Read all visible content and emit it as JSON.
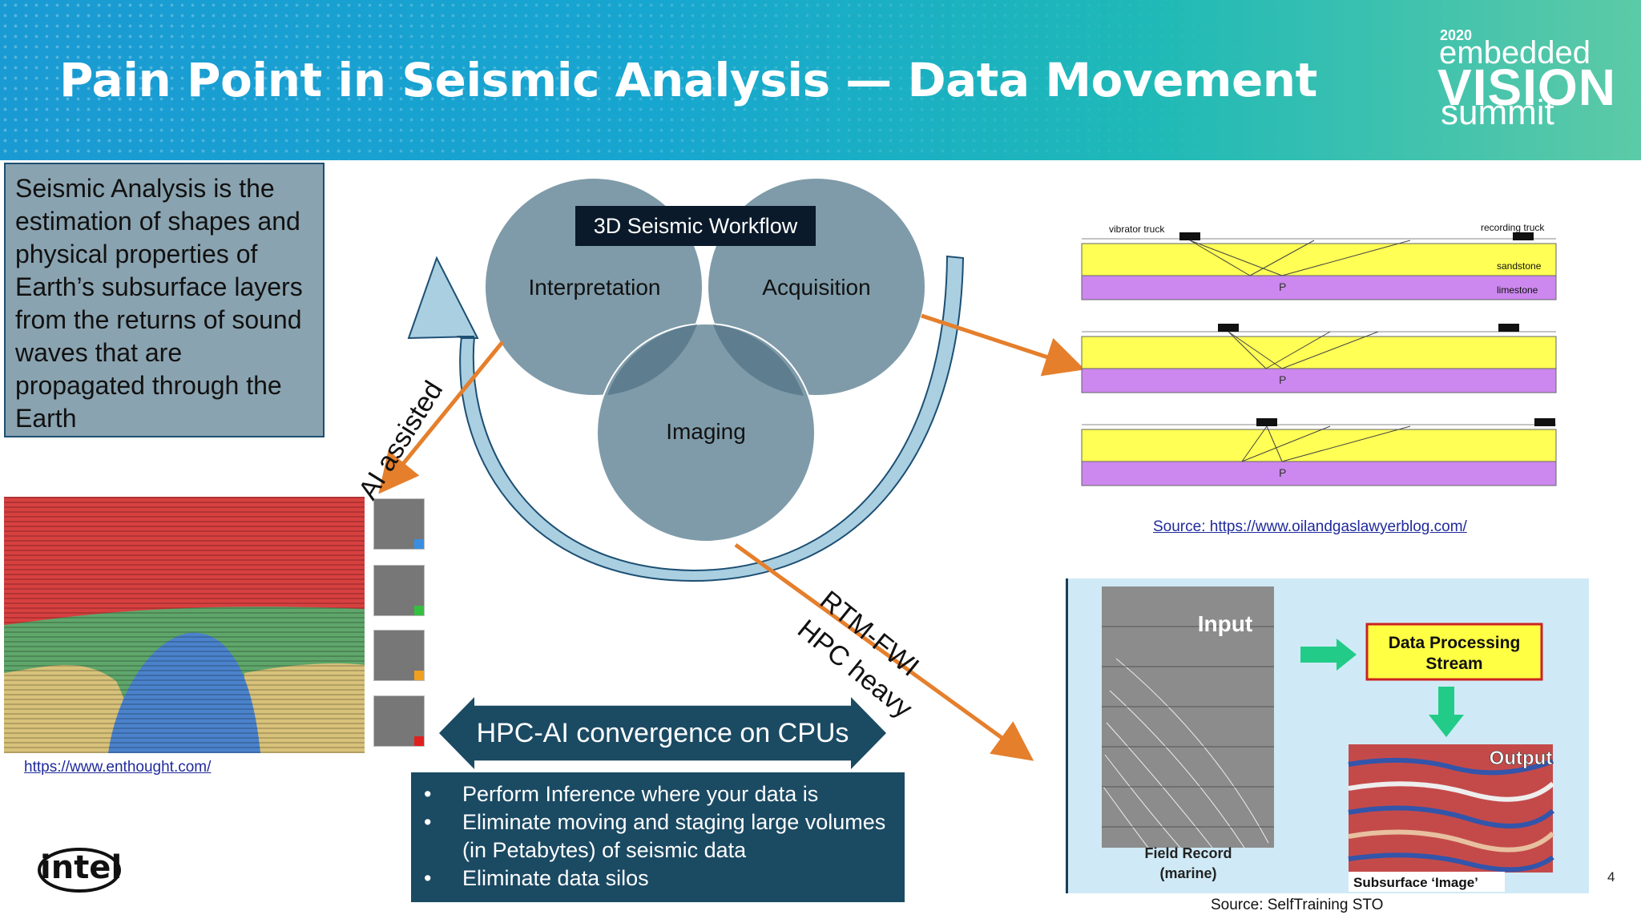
{
  "header": {
    "title": "Pain Point in Seismic Analysis — Data Movement",
    "logo_year": "2020",
    "logo_line1": "embedded",
    "logo_line2": "VISION",
    "logo_line3": "summit"
  },
  "definition": "Seismic Analysis is the estimation of shapes and physical properties of Earth’s subsurface layers from the returns of sound waves that are propagated through the Earth",
  "workflow": {
    "title": "3D Seismic Workflow",
    "circles": [
      "Interpretation",
      "Acquisition",
      "Imaging"
    ]
  },
  "arrow_labels": {
    "ai": "AI assisted",
    "rtm": "RTM-FWI",
    "hpc": "HPC heavy"
  },
  "convergence": {
    "label": "HPC-AI convergence on CPUs",
    "bullets": [
      "Perform Inference where your data is",
      "Eliminate moving and staging large volumes (in Petabytes) of seismic data",
      "Eliminate data silos"
    ]
  },
  "sources": {
    "enthought": "https://www.enthought.com/",
    "oilgas": "Source: https://www.oilandgaslawyerblog.com/",
    "selftraining": "Source: SelfTraining STO"
  },
  "geology": {
    "vibrator": "vibrator truck",
    "recording": "recording truck",
    "sandstone": "sandstone",
    "limestone": "limestone",
    "point": "P"
  },
  "processing": {
    "input": "Input",
    "stream_line1": "Data Processing",
    "stream_line2": "Stream",
    "output": "Output",
    "field_line1": "Field Record",
    "field_line2": "(marine)",
    "subsurface": "Subsurface ‘Image’"
  },
  "footer": {
    "page": "4",
    "brand": "intel"
  },
  "colors": {
    "banner": "#1a9ad3",
    "navy": "#1b4a63",
    "orange_arrow": "#e57f2c",
    "circle": "#7f9ba9",
    "sandstone": "#ffff55",
    "limestone": "#cc88ee"
  }
}
